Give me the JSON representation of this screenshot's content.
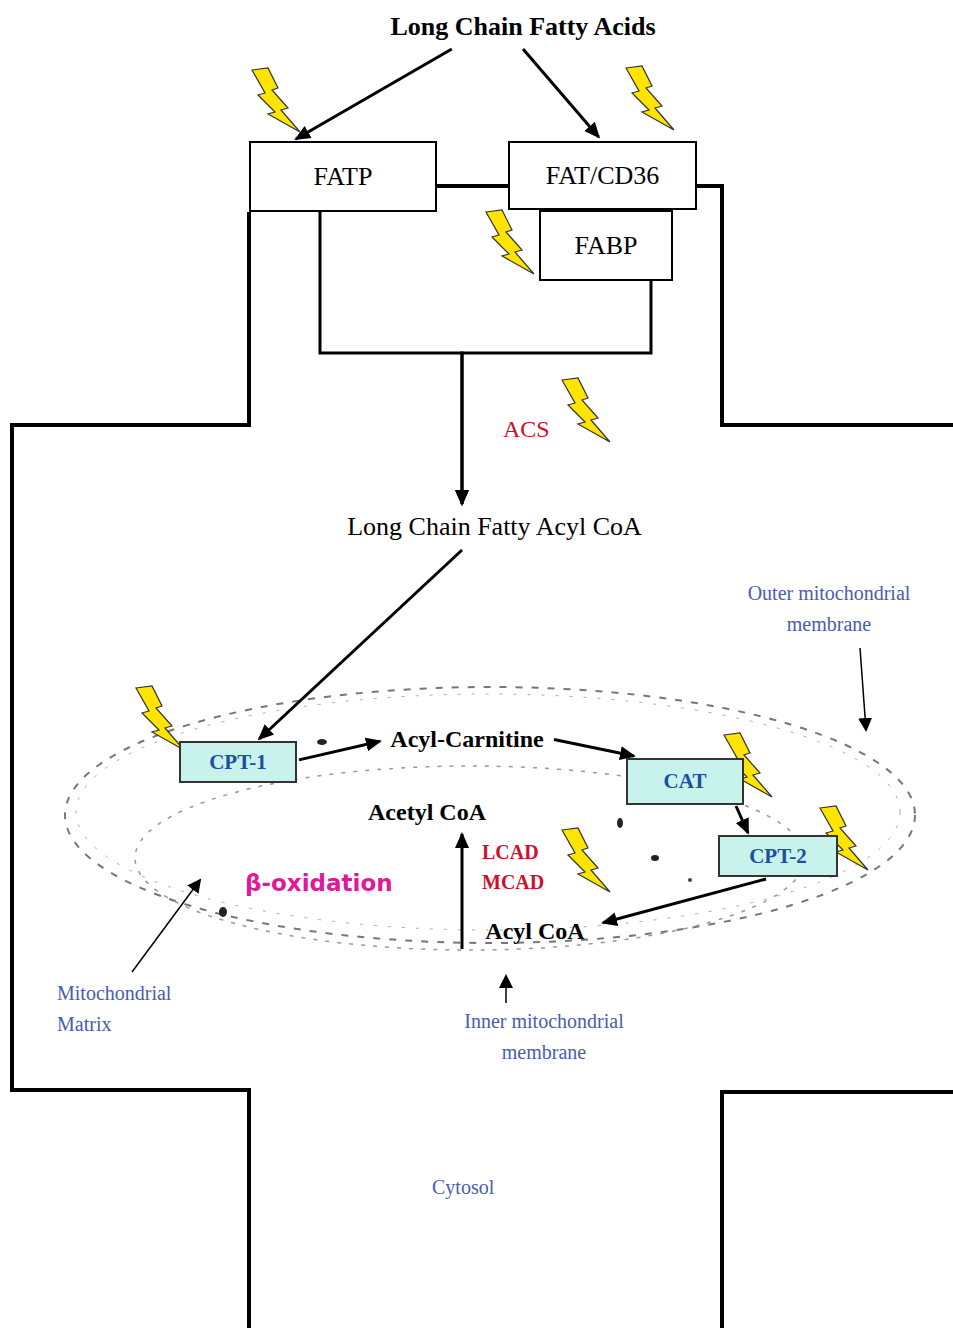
{
  "diagram": {
    "nodes": [
      {
        "text": [
          "Long Chain Fatty Acids"
        ]
      },
      {
        "text": [
          "FATP"
        ]
      },
      {
        "text": [
          "FAT/CD36"
        ]
      },
      {
        "text": [
          "FABP"
        ]
      },
      {
        "text": [
          "Long Chain Fatty Acyl CoA"
        ]
      },
      {
        "text": [
          "CPT-1"
        ]
      },
      {
        "text": [
          "Acyl-Carnitine"
        ]
      },
      {
        "text": [
          "CAT"
        ]
      },
      {
        "text": [
          "CPT-2"
        ]
      },
      {
        "text": [
          "Acetyl CoA"
        ]
      },
      {
        "text": [
          "Acyl CoA"
        ]
      }
    ],
    "edges": [
      {
        "from": 0,
        "to": 1,
        "arrow": "to"
      },
      {
        "from": 0,
        "to": 2,
        "arrow": "to"
      },
      {
        "from": 1,
        "to": 4,
        "arrow": "to"
      },
      {
        "from": 3,
        "to": 4,
        "arrow": "to"
      },
      {
        "from": 4,
        "to": 5,
        "arrow": "to"
      },
      {
        "from": 5,
        "to": 6,
        "arrow": "to"
      },
      {
        "from": 6,
        "to": 7,
        "arrow": "to"
      },
      {
        "from": 7,
        "to": 8,
        "arrow": "to"
      },
      {
        "from": 8,
        "to": 10,
        "arrow": "to"
      },
      {
        "from": 10,
        "to": 9,
        "arrow": "to"
      }
    ],
    "labels": [
      "ACS",
      "Outer mitochondrial membrane",
      "LCAD",
      "β-oxidation",
      "MCAD",
      "Mitochondrial Matrix",
      "Inner mitochondrial membrane",
      "Cytosol"
    ]
  }
}
